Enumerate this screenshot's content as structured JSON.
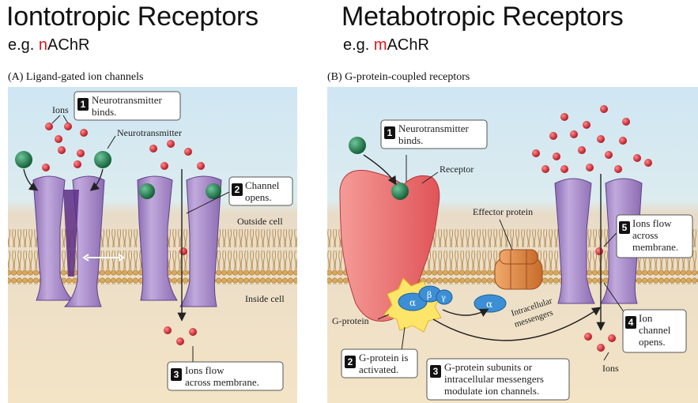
{
  "left": {
    "title": "Iontotropic Receptors",
    "sub_prefix": "e.g. ",
    "sub_highlight": "n",
    "sub_rest": "AChR",
    "panel_label": "(A) Ligand-gated ion channels",
    "labels": {
      "ions": "Ions",
      "neurotransmitter": "Neurotransmitter",
      "outside_cell": "Outside cell",
      "inside_cell": "Inside cell"
    },
    "callouts": [
      {
        "num": "1",
        "line1": "Neurotransmitter",
        "line2": "binds."
      },
      {
        "num": "2",
        "line1": "Channel",
        "line2": "opens."
      },
      {
        "num": "3",
        "line1": "Ions flow",
        "line2": "across membrane."
      }
    ]
  },
  "right": {
    "title": "Metabotropic Receptors",
    "sub_prefix": "e.g. ",
    "sub_highlight": "m",
    "sub_rest": "AChR",
    "panel_label": "(B) G-protein-coupled receptors",
    "labels": {
      "receptor": "Receptor",
      "effector_protein": "Effector protein",
      "g_protein": "G-protein",
      "alpha": "α",
      "beta": "β",
      "gamma": "γ",
      "intracellular": "Intracellular",
      "messengers": "messengers",
      "ions": "Ions"
    },
    "callouts": [
      {
        "num": "1",
        "line1": "Neurotransmitter",
        "line2": "binds."
      },
      {
        "num": "2",
        "line1": "G-protein is",
        "line2": "activated."
      },
      {
        "num": "3",
        "line1": "G-protein subunits or",
        "line2": "intracellular messengers",
        "line3": "modulate ion channels."
      },
      {
        "num": "4",
        "line1": "Ion",
        "line2": "channel",
        "line3": "opens."
      },
      {
        "num": "5",
        "line1": "Ions flow",
        "line2": "across",
        "line3": "membrane."
      }
    ]
  },
  "colors": {
    "highlight_red": "#e5141a",
    "membrane": "#c79a5a",
    "channel_purple": "#a98cc8",
    "receptor_red": "#ec6a6c",
    "ion_red": "#d81e2c",
    "ligand_green": "#1f7a4a"
  }
}
